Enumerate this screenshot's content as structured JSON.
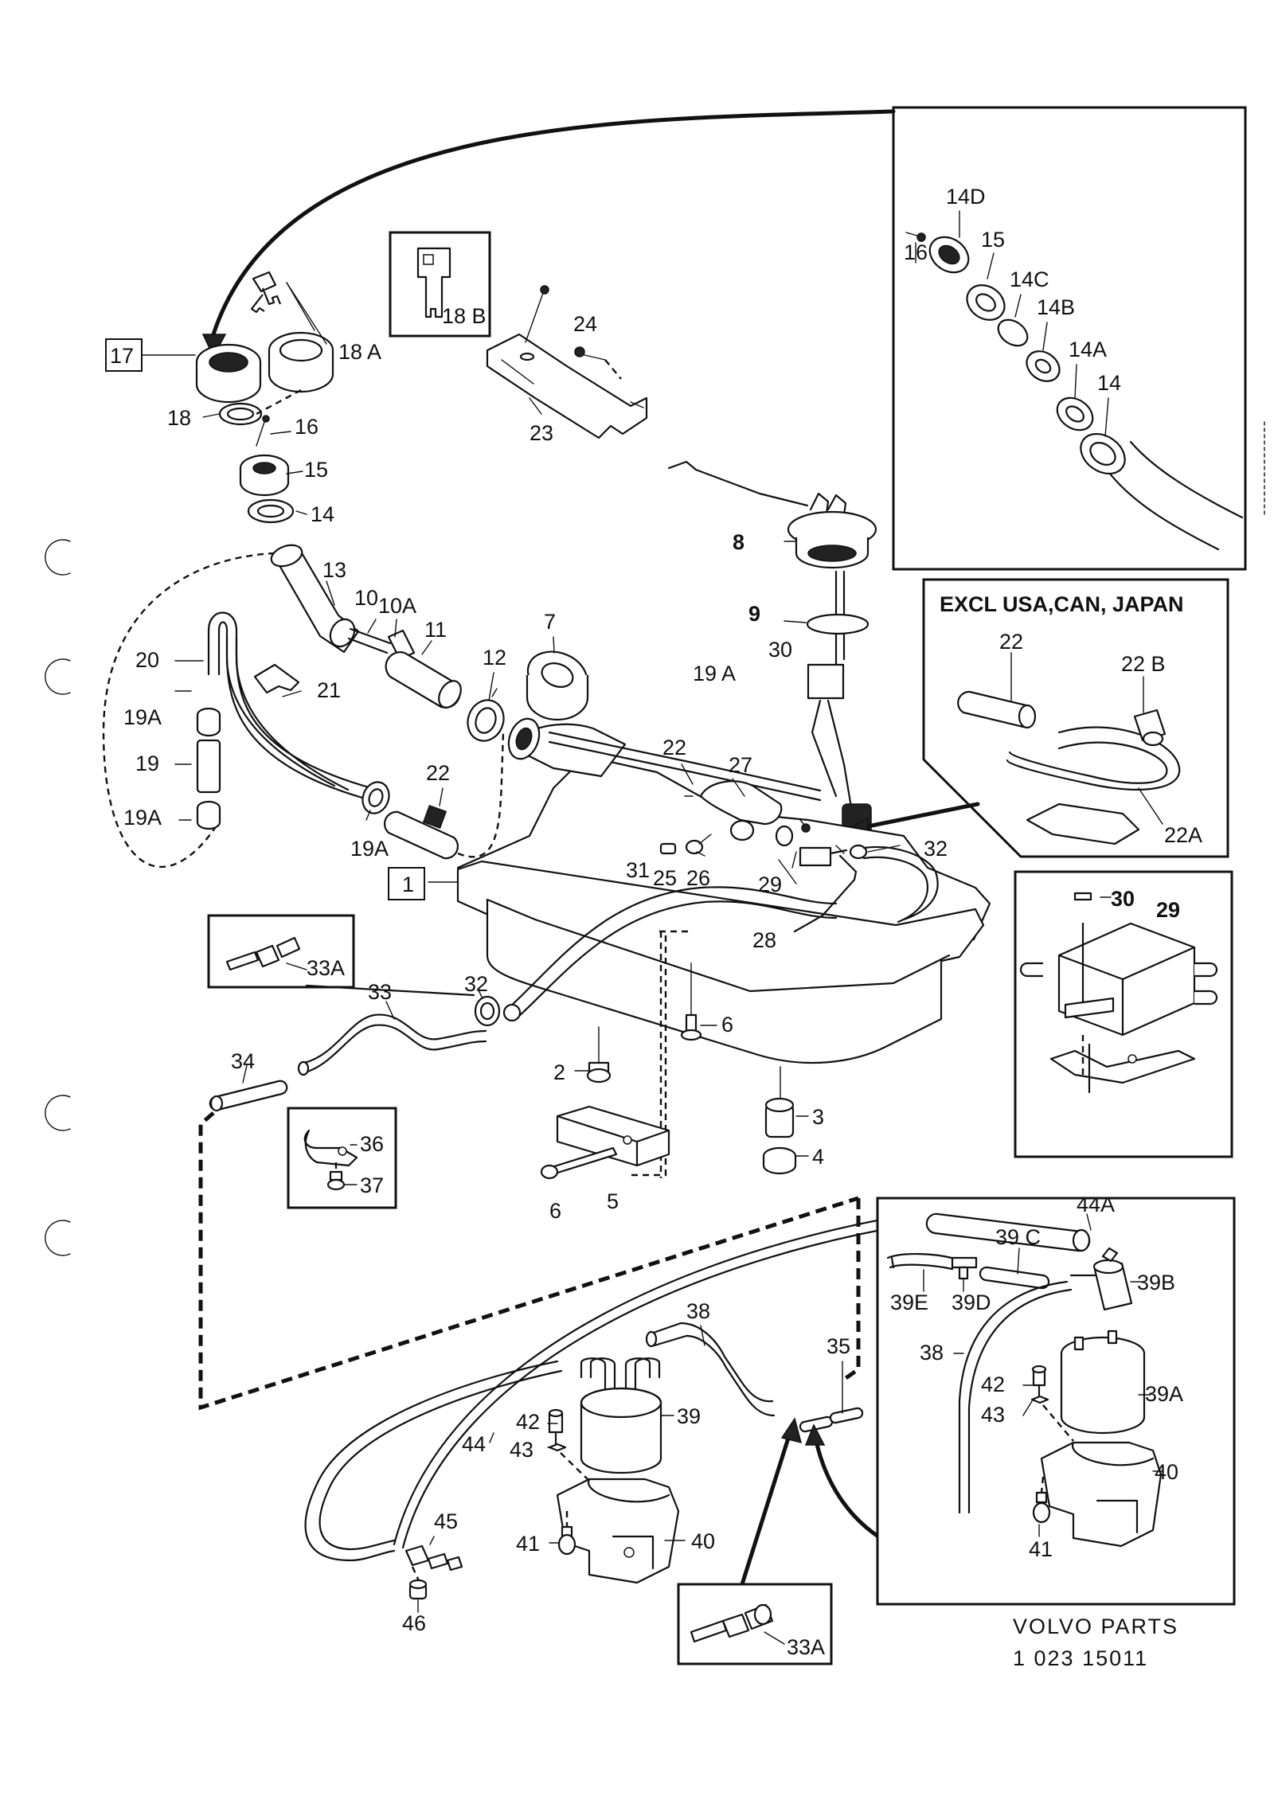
{
  "labels": {
    "p1": "1",
    "p2": "2",
    "p3": "3",
    "p4": "4",
    "p5": "5",
    "p6a": "6",
    "p6b": "6",
    "p7": "7",
    "p8": "8",
    "p9": "9",
    "p10": "10",
    "p10a": "10A",
    "p11": "11",
    "p12": "12",
    "p13": "13",
    "p14": "14",
    "p15": "15",
    "p16": "16",
    "p17": "17",
    "p18": "18",
    "p18a": "18 A",
    "p18b": "18 B",
    "p19": "19",
    "p19a_1": "19A",
    "p19a_2": "19A",
    "p19a_3": "19A",
    "p19a_tank": "19 A",
    "p20": "20",
    "p21": "21",
    "p22_main": "22",
    "p22_left": "22",
    "p23": "23",
    "p24": "24",
    "p25": "25",
    "p26": "26",
    "p27": "27",
    "p28": "28",
    "p29": "29",
    "p30": "30",
    "p31": "31",
    "p32_right": "32",
    "p32_left": "32",
    "p33": "33",
    "p33a_top": "33A",
    "p33a_bottom": "33A",
    "p34": "34",
    "p35": "35",
    "p36": "36",
    "p37": "37",
    "p38_left": "38",
    "p38_right": "38",
    "p39": "39",
    "p39a": "39A",
    "p39b": "39B",
    "p39c": "39 C",
    "p39d": "39D",
    "p39e": "39E",
    "p40_left": "40",
    "p40_right": "40",
    "p41_left": "41",
    "p41_right": "41",
    "p42_left": "42",
    "p42_right": "42",
    "p43_left": "43",
    "p43_right": "43",
    "p44": "44",
    "p44a": "44A",
    "p45": "45",
    "p46": "46"
  },
  "inset_filler": {
    "p14": "14",
    "p14a": "14A",
    "p14b": "14B",
    "p14c": "14C",
    "p14d": "14D",
    "p15": "15",
    "p16": "16"
  },
  "inset_excl": {
    "heading": "EXCL USA,CAN, JAPAN",
    "p22": "22",
    "p22a": "22A",
    "p22b": "22 B"
  },
  "inset_valve": {
    "p29": "29",
    "p30": "30"
  },
  "footer": {
    "brand": "VOLVO PARTS",
    "code": "1 023 15011"
  }
}
